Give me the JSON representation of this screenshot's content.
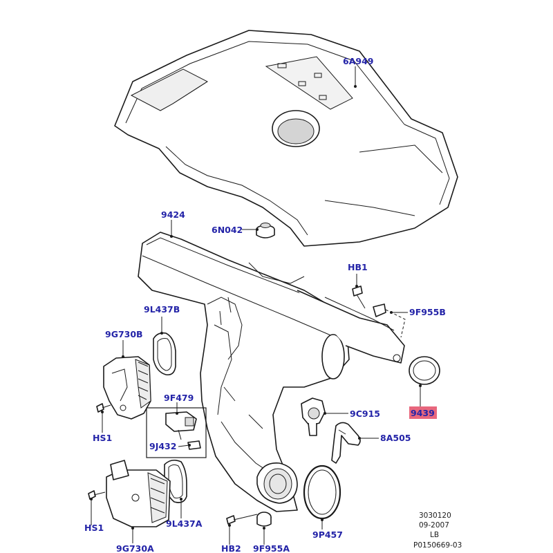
{
  "labels": {
    "engine_cover": "6A949",
    "manifold": "9424",
    "grommet": "6N042",
    "bolt_top": "HB1",
    "stud_top": "9F955B",
    "gasket_b": "9L437B",
    "actuator_b": "9G730B",
    "screw_b": "HS1",
    "sensor": "9F479",
    "seal_sensor": "9J432",
    "valve": "9C915",
    "seal_right": "9439",
    "hose": "8A505",
    "actuator_a": "9G730A",
    "screw_a": "HS1",
    "gasket_a": "9L437A",
    "bolt_bottom": "HB2",
    "stud_bottom": "9F955A",
    "oring": "9P457"
  },
  "footer": {
    "line1": "3030120",
    "line2": "09-2007",
    "line3": "LB",
    "line4": "P0150669-03"
  },
  "colors": {
    "label": "#2424a8",
    "highlight": "#e8677d",
    "ink": "#1a1a1a"
  }
}
